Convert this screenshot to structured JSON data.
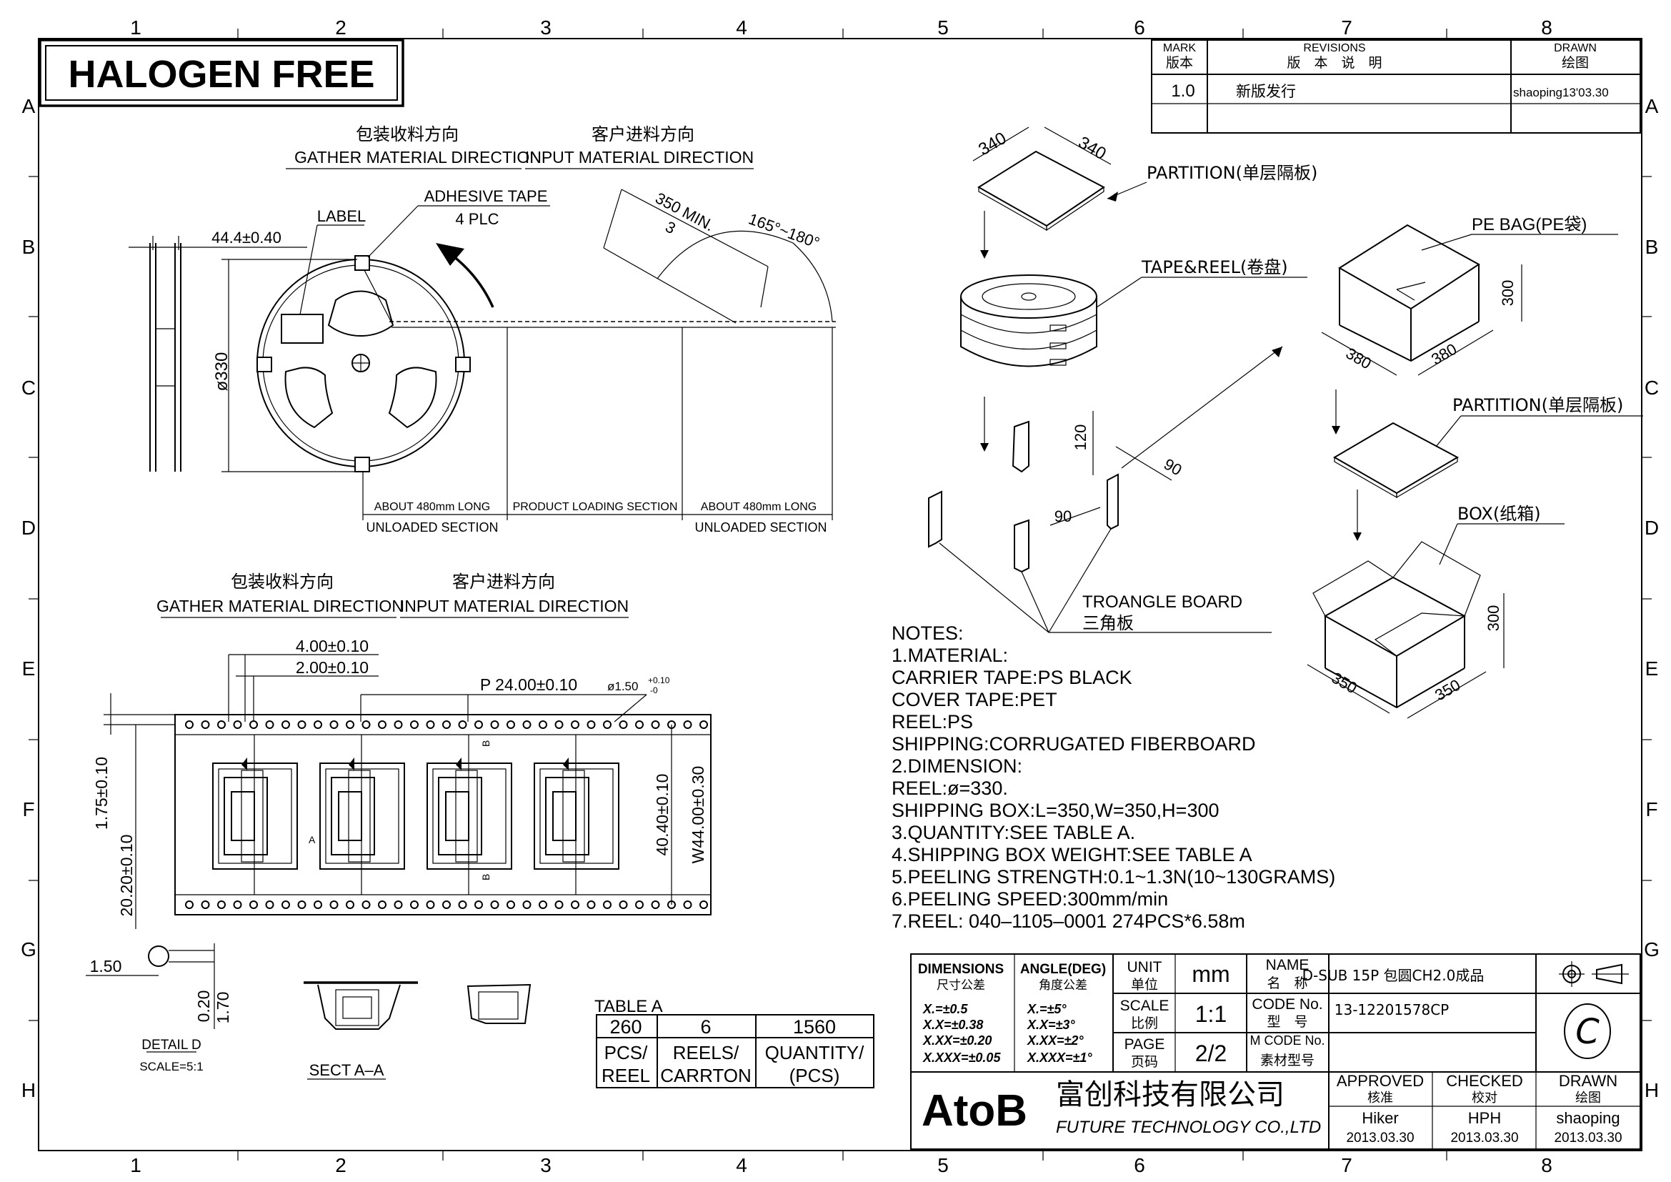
{
  "grid": {
    "columns": [
      "1",
      "2",
      "3",
      "4",
      "5",
      "6",
      "7",
      "8"
    ],
    "rows": [
      "A",
      "B",
      "C",
      "D",
      "E",
      "F",
      "G",
      "H"
    ]
  },
  "banner": "HALOGEN FREE",
  "revisions": {
    "mark_label": "MARK",
    "mark_cn": "版本",
    "revisions_label": "REVISIONS",
    "revisions_cn": "版　本　说　明",
    "drawn_label": "DRAWN",
    "drawn_cn": "绘图",
    "row_mark": "1.0",
    "row_desc": "新版发行",
    "row_drawn": "shaoping13'03.30"
  },
  "reel_view": {
    "gather_cn": "包装收料方向",
    "gather_en": "GATHER  MATERIAL  DIRECTION",
    "input_cn": "客户进料方向",
    "input_en": "INPUT  MATERIAL  DIRECTION",
    "adhesive": "ADHESIVE  TAPE",
    "adhesive_qty": "4  PLC",
    "label": "LABEL",
    "width_dim": "44.4±0.40",
    "dia_dim": "ø330",
    "leader_len": "350  MIN.",
    "leader_n": "3",
    "angle": "165°~180°",
    "about_left": "ABOUT  480mm  LONG",
    "unloaded_left": "UNLOADED  SECTION",
    "product_loading": "PRODUCT  LOADING  SECTION",
    "about_right": "ABOUT  480mm  LONG",
    "unloaded_right": "UNLOADED  SECTION"
  },
  "tape_view": {
    "gather_cn": "包装收料方向",
    "gather_en": "GATHER  MATERIAL  DIRECTION",
    "input_cn": "客户进料方向",
    "input_en": "INPUT  MATERIAL  DIRECTION",
    "pitch_4": "4.00±0.10",
    "pitch_2": "2.00±0.10",
    "pitch_24": "P  24.00±0.10",
    "hole_dia": "ø1.50",
    "hole_tol_up": "+0.10",
    "hole_tol_dn": "-0",
    "dim_175": "1.75±0.10",
    "dim_2020": "20.20±0.10",
    "dim_4040": "40.40±0.10",
    "dim_w44": "W44.00±0.30",
    "dim_150": "1.50",
    "dim_020": "0.20",
    "dim_170": "1.70",
    "detail_d": "DETAIL  D",
    "scale_d": "SCALE=5:1",
    "sect_aa": "SECT  A–A",
    "mark_a": "A",
    "mark_b": "B"
  },
  "table_a": {
    "title": "TABLE  A",
    "values": [
      "260",
      "6",
      "1560"
    ],
    "labels": [
      [
        "PCS/",
        "REEL"
      ],
      [
        "REELS/",
        "CARRTON"
      ],
      [
        "QUANTITY/",
        "(PCS)"
      ]
    ]
  },
  "packaging": {
    "partition_top": "PARTITION(单层隔板)",
    "dim_340a": "340",
    "dim_340b": "340",
    "tape_reel": "TAPE&REEL(卷盘)",
    "pe_bag": "PE  BAG(PE袋)",
    "dim_300a": "300",
    "dim_380a": "380",
    "dim_380b": "380",
    "partition_mid": "PARTITION(单层隔板)",
    "box": "BOX(纸箱)",
    "dim_300b": "300",
    "dim_350a": "350",
    "dim_350b": "350",
    "dim_120": "120",
    "dim_90a": "90",
    "dim_90b": "90",
    "triangle_en": "TROANGLE  BOARD",
    "triangle_cn": "三角板"
  },
  "notes": [
    "NOTES:",
    "1.MATERIAL:",
    "    CARRIER  TAPE:PS  BLACK",
    "    COVER  TAPE:PET",
    "    REEL:PS",
    "    SHIPPING:CORRUGATED  FIBERBOARD",
    "2.DIMENSION:",
    "    REEL:ø=330.",
    "    SHIPPING  BOX:L=350,W=350,H=300",
    "3.QUANTITY:SEE  TABLE  A.",
    "4.SHIPPING  BOX  WEIGHT:SEE  TABLE  A",
    "5.PEELING  STRENGTH:0.1~1.3N(10~130GRAMS)",
    "6.PEELING  SPEED:300mm/min",
    "7.REEL:  040–1105–0001  274PCS*6.58m"
  ],
  "title_block": {
    "dimensions_en": "DIMENSIONS",
    "dimensions_cn": "尺寸公差",
    "angle_en": "ANGLE(DEG)",
    "angle_cn": "角度公差",
    "tol": [
      "X.=±0.5",
      "X.X=±0.38",
      "X.XX=±0.20",
      "X.XXX=±0.05"
    ],
    "ang": [
      "X.=±5°",
      "X.X=±3°",
      "X.XX=±2°",
      "X.XXX=±1°"
    ],
    "unit_en": "UNIT",
    "unit_cn": "单位",
    "unit_val": "mm",
    "scale_en": "SCALE",
    "scale_cn": "比例",
    "scale_val": "1:1",
    "page_en": "PAGE",
    "page_cn": "页码",
    "page_val": "2/2",
    "name_en": "NAME",
    "name_cn": "名　称",
    "name_val": "D-SUB 15P 包圆CH2.0成品",
    "code_en": "CODE  No.",
    "code_cn": "型　号",
    "code_val": "13-12201578CP",
    "mcode_en": "M  CODE  No.",
    "mcode_cn": "素材型号",
    "revision_letter": "C",
    "company_logo": "AtoB",
    "company_cn": "富创科技有限公司",
    "company_en": "FUTURE  TECHNOLOGY  CO.,LTD",
    "approved_en": "APPROVED",
    "approved_cn": "核准",
    "checked_en": "CHECKED",
    "checked_cn": "校对",
    "drawn_en": "DRAWN",
    "drawn_cn": "绘图",
    "approved_name": "Hiker",
    "checked_name": "HPH",
    "drawn_name": "shaoping",
    "approved_date": "2013.03.30",
    "checked_date": "2013.03.30",
    "drawn_date": "2013.03.30"
  }
}
